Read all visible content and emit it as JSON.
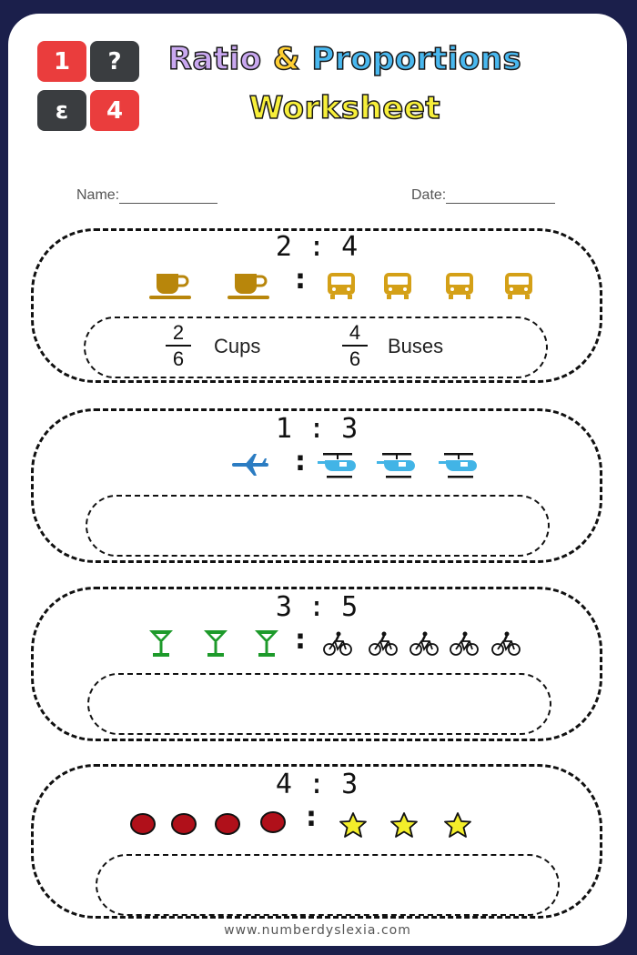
{
  "logo": {
    "tiles": [
      "1",
      "?",
      "ε",
      "4"
    ]
  },
  "title": {
    "word1": "Ratio",
    "amp": "&",
    "word2": "Proportions",
    "line2": "Worksheet"
  },
  "fields": {
    "name_label": "Name:",
    "date_label": "Date:"
  },
  "problems": [
    {
      "ratio": "2 : 4",
      "left_icon": "coffee-cup-icon",
      "left_count": 2,
      "right_icon": "bus-icon",
      "right_count": 4,
      "answer": {
        "left_num": "2",
        "left_den": "6",
        "left_word": "Cups",
        "right_num": "4",
        "right_den": "6",
        "right_word": "Buses"
      }
    },
    {
      "ratio": "1 : 3",
      "left_icon": "airplane-icon",
      "left_count": 1,
      "right_icon": "helicopter-icon",
      "right_count": 3
    },
    {
      "ratio": "3 : 5",
      "left_icon": "cocktail-glass-icon",
      "left_count": 3,
      "right_icon": "bicycle-icon",
      "right_count": 5
    },
    {
      "ratio": "4 : 3",
      "left_icon": "red-circle-icon",
      "left_count": 4,
      "right_icon": "star-icon",
      "right_count": 3
    }
  ],
  "colors": {
    "background": "#1b1f4b",
    "cup": "#b8860b",
    "bus": "#d4a017",
    "plane": "#2b7cc2",
    "heli": "#42b4e6",
    "glass": "#1d9a2a",
    "circle": "#b0101a",
    "star": "#f3ee2a"
  },
  "footer": "www.numberdyslexia.com"
}
